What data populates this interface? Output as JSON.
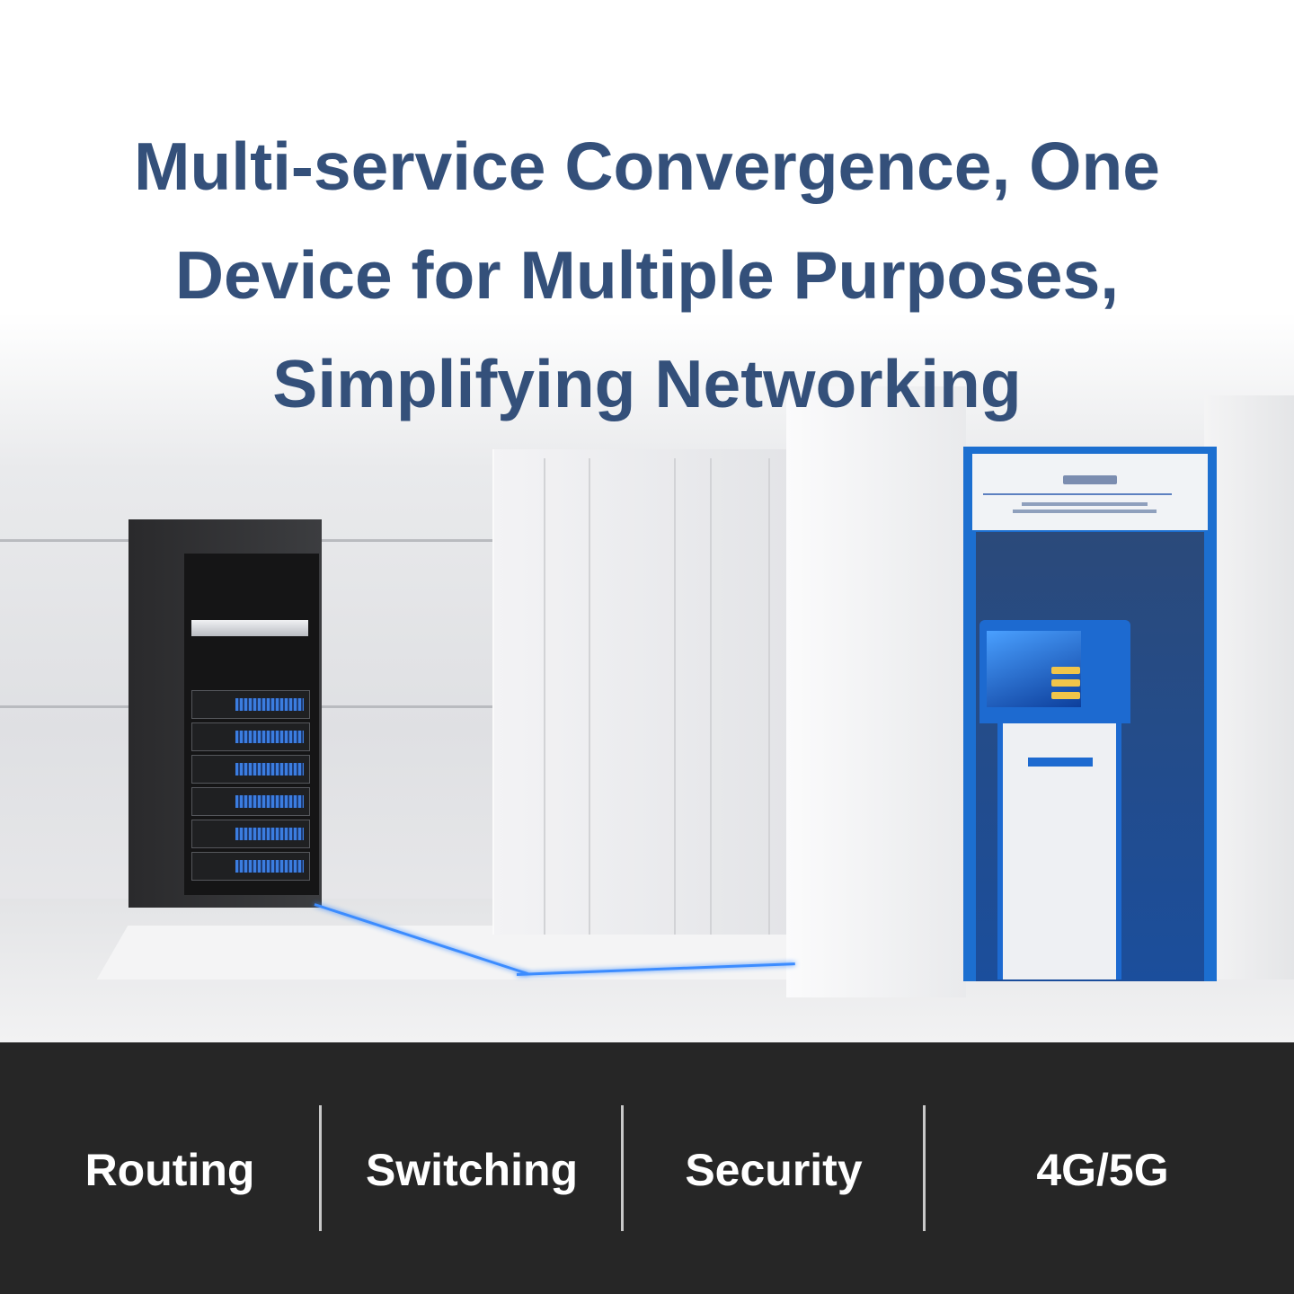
{
  "headline": {
    "lines": [
      "Multi-service Convergence, One",
      "Device for Multiple Purposes,",
      "Simplifying Networking"
    ]
  },
  "features": [
    {
      "label": "Routing"
    },
    {
      "label": "Switching"
    },
    {
      "label": "Security"
    },
    {
      "label": "4G/5G"
    }
  ],
  "colors": {
    "headline": "#34507a",
    "bar": "#262626",
    "accent_blue": "#1c6fd0"
  }
}
